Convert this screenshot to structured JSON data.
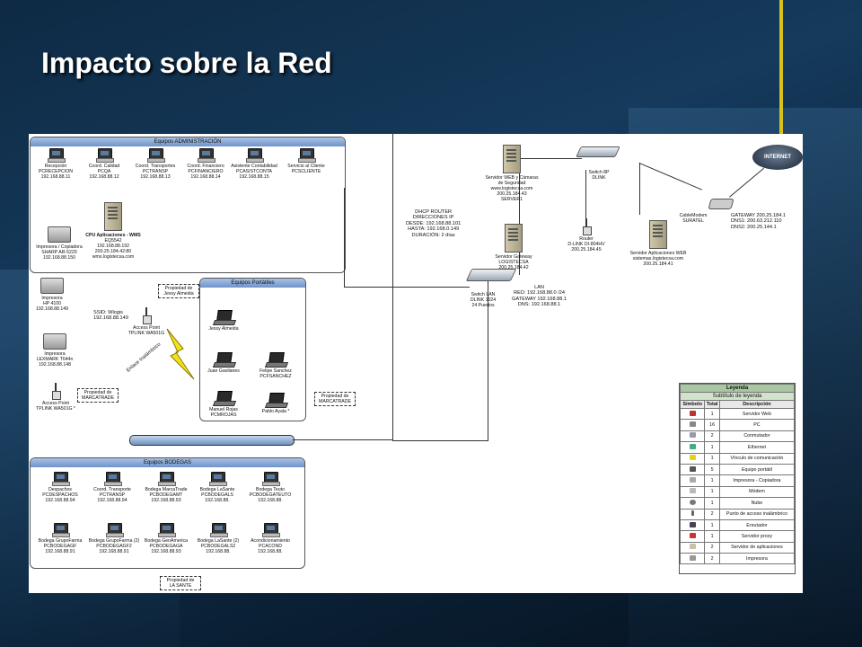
{
  "slide": {
    "title": "Impacto sobre la Red"
  },
  "zones": {
    "admin": "Equipos ADMINISTRACIÓN",
    "portables": "Equipos Portátiles",
    "bodegas": "Equipos BODEGAS"
  },
  "admin_nodes": [
    {
      "l1": "Recepción",
      "l2": "PCRECEPCION",
      "l3": "192.168.88.11"
    },
    {
      "l1": "Coord. Calidad",
      "l2": "PCQA",
      "l3": "192.168.88.12"
    },
    {
      "l1": "Coord. Transportes",
      "l2": "PCTRANSP",
      "l3": "192.168.88.13"
    },
    {
      "l1": "Coord. Financiero",
      "l2": "PCFINANCIERO",
      "l3": "192.168.88.14"
    },
    {
      "l1": "Asistente Contabilidad",
      "l2": "PCASISTCONTA",
      "l3": "192.168.88.15"
    },
    {
      "l1": "Servicio al Cliente",
      "l2": "PCSCLIENTE",
      "l3": ""
    }
  ],
  "admin_printer": {
    "l1": "Impresora / Copiadora",
    "l2": "SHARP AR-5220",
    "l3": "192.168.88.150"
  },
  "cpu_server": {
    "l1": "CPU Aplicaciones - WMS",
    "l2": "EQ5542",
    "l3": "192.168.88.192",
    "l4": "200.25.184.42:80",
    "l5": "wms.logistecsa.com"
  },
  "printers": [
    {
      "l1": "Impresora",
      "l2": "HP 4100",
      "l3": "192.168.88.149"
    },
    {
      "l1": "Impresora",
      "l2": "LEXMARK T644n",
      "l3": "192.168.88.148"
    }
  ],
  "access_points": [
    {
      "l1": "Access Point",
      "l2": "TPLINK WA501G *"
    },
    {
      "l1": "Access Point",
      "l2": "TPLINK WA501G"
    }
  ],
  "ssid": {
    "l1": "SSID: Wlogis",
    "l2": "192.168.88.149"
  },
  "wireless_label": "Enlace Inalámbrico",
  "ownership": {
    "marcatrade1": [
      "Propiedad de",
      "MARCATRADE"
    ],
    "jessy": [
      "Propiedad de",
      "Jessy Almeida"
    ],
    "marcatrade2": [
      "Propiedad de",
      "MARCATRADE"
    ],
    "lasante": [
      "Propiedad de",
      "LA SANTE"
    ]
  },
  "laptops": [
    {
      "l1": "Jessy Almeida",
      "l2": ""
    },
    {
      "l1": "Juan Gavilanes",
      "l2": ""
    },
    {
      "l1": "Felipe Sanchez",
      "l2": "PCFSANCHEZ"
    },
    {
      "l1": "Manuel Rojas",
      "l2": "PCMROJAS"
    },
    {
      "l1": "Pablo Ayala *",
      "l2": ""
    }
  ],
  "bodega_row1": [
    {
      "l1": "Despachos",
      "l2": "PCDESPACHOS",
      "l3": "192.168.88.94"
    },
    {
      "l1": "Coord. Transporte",
      "l2": "PCTRANSP",
      "l3": "192.168.88.94"
    },
    {
      "l1": "Bodega MarcaTrade",
      "l2": "PCBODEGAMT",
      "l3": "192.168.88.93"
    },
    {
      "l1": "Bodega LaSante",
      "l2": "PCBODEGALS",
      "l3": "192.168.88."
    },
    {
      "l1": "Bodega Teuto",
      "l2": "PCBODEGATEUTO",
      "l3": "192.168.88."
    }
  ],
  "bodega_row2": [
    {
      "l1": "Bodega GrupoFarma",
      "l2": "PCBODEGAGF",
      "l3": "192.168.88.91"
    },
    {
      "l1": "Bodega GrupoFarma (2)",
      "l2": "PCBODEGAGF2",
      "l3": "192.168.88.91"
    },
    {
      "l1": "Bodega GenAmerica",
      "l2": "PCBODEGAGA",
      "l3": "192.168.88.93"
    },
    {
      "l1": "Bodega LaSante (2)",
      "l2": "PCBODEGALS2",
      "l3": "192.168.88."
    },
    {
      "l1": "Acondicionamiento",
      "l2": "PCACOND",
      "l3": "192.168.88."
    }
  ],
  "dhcp": {
    "l1": "DHCP ROUTER",
    "l2": "DIRECCIONES IP",
    "l3": "DESDE: 192.168.88.101",
    "l4": "HASTA: 192.168.0.149",
    "l5": "DURACIÓN: 2 días"
  },
  "server_web": {
    "l1": "Servidor WEB y Cámaras",
    "l2": "de Seguridad",
    "l3": "www.logistecsa.com",
    "l4": "200.25.184.43",
    "l5": "SERVER1"
  },
  "server_gateway": {
    "l1": "Servidor Gateway",
    "l2": "LOGISTECSA",
    "l3": "200.25.184.42"
  },
  "switch_lan": {
    "l1": "Switch LAN",
    "l2": "DLINK 1024",
    "l3": "24 Puertos"
  },
  "lan_info": {
    "l1": "LAN",
    "l2": "RED: 192.168.88.0 /24",
    "l3": "GATEWAY 192.168.88.1",
    "l4": "DNS: 192.168.88.1"
  },
  "switch_8p": {
    "l1": "Switch 8P",
    "l2": "DLINK"
  },
  "router": {
    "l1": "Router",
    "l2": "D-LINK DI-804HV",
    "l3": "200.25.184.45"
  },
  "server_apps": {
    "l1": "Servidor Aplicaciones WEB",
    "l2": "sistemas.logistecsa.com",
    "l3": "200.25.184.41"
  },
  "cablemodem": {
    "l1": "CableModem",
    "l2": "SURATEL"
  },
  "gateway_info": {
    "l1": "GATEWAY 200.25.184.1",
    "l2": "DNS1: 200.63.212.110",
    "l3": "DNS2: 200.25.144.1"
  },
  "cloud_label": "INTERNET",
  "legend": {
    "title": "Leyenda",
    "subtitle": "Subtítulo de leyenda",
    "headers": [
      "Símbolo",
      "Total",
      "Descripción"
    ],
    "rows": [
      {
        "total": "1",
        "desc": "Servidor Web"
      },
      {
        "total": "16",
        "desc": "PC"
      },
      {
        "total": "2",
        "desc": "Conmutador"
      },
      {
        "total": "1",
        "desc": "Ethernet"
      },
      {
        "total": "1",
        "desc": "Vínculo de comunicación"
      },
      {
        "total": "5",
        "desc": "Equipo portátil"
      },
      {
        "total": "1",
        "desc": "Impresora - Copiadora"
      },
      {
        "total": "1",
        "desc": "Módem"
      },
      {
        "total": "1",
        "desc": "Nube"
      },
      {
        "total": "2",
        "desc": "Punto de acceso inalámbrico"
      },
      {
        "total": "1",
        "desc": "Enrutador"
      },
      {
        "total": "1",
        "desc": "Servidor proxy"
      },
      {
        "total": "2",
        "desc": "Servidor de aplicaciones"
      },
      {
        "total": "2",
        "desc": "Impresora"
      }
    ]
  }
}
